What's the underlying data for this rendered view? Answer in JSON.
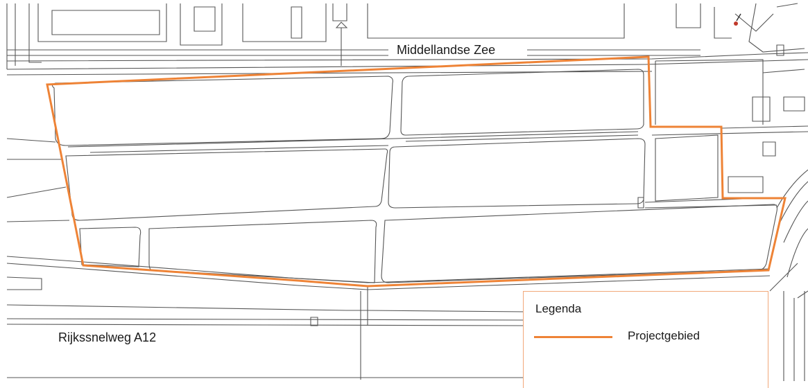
{
  "map": {
    "streets": {
      "north": "Middellandse Zee",
      "south": "Rijkssnelweg A12"
    },
    "legend": {
      "title": "Legenda",
      "items": [
        {
          "label": "Projectgebied",
          "symbol": "line",
          "color": "#ee8336"
        }
      ]
    }
  }
}
